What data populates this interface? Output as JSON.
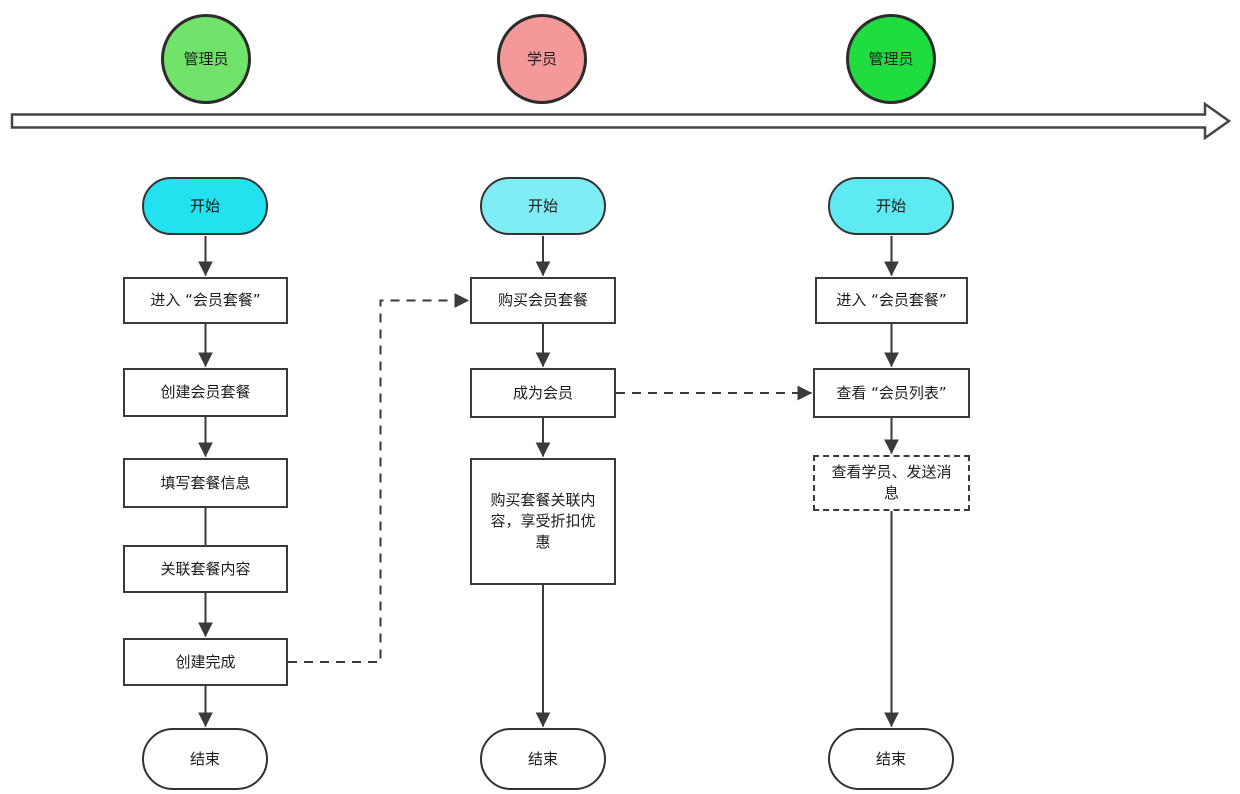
{
  "diagram_title": "membership-package-flowchart",
  "colors": {
    "connector": "#3a3a3a",
    "box_border": "#3a3a3a",
    "timeline_stroke": "#454545"
  },
  "lanes": [
    {
      "role": {
        "label": "管理员",
        "color": "#72e36a"
      },
      "start": {
        "label": "开始",
        "color": "#22e2f0"
      },
      "steps": [
        "进入 “会员套餐”",
        "创建会员套餐",
        "填写套餐信息",
        "关联套餐内容",
        "创建完成"
      ],
      "end": "结束"
    },
    {
      "role": {
        "label": "学员",
        "color": "#f59899"
      },
      "start": {
        "label": "开始",
        "color": "#7feef4"
      },
      "steps": [
        "购买会员套餐",
        "成为会员",
        "购买套餐关联内容，享受折扣优惠"
      ],
      "end": "结束"
    },
    {
      "role": {
        "label": "管理员",
        "color": "#1fdc3f"
      },
      "start": {
        "label": "开始",
        "color": "#5eeaf3"
      },
      "steps": [
        "进入 “会员套餐”",
        "查看 “会员列表”",
        "查看学员、发送消息"
      ],
      "end": "结束"
    }
  ]
}
